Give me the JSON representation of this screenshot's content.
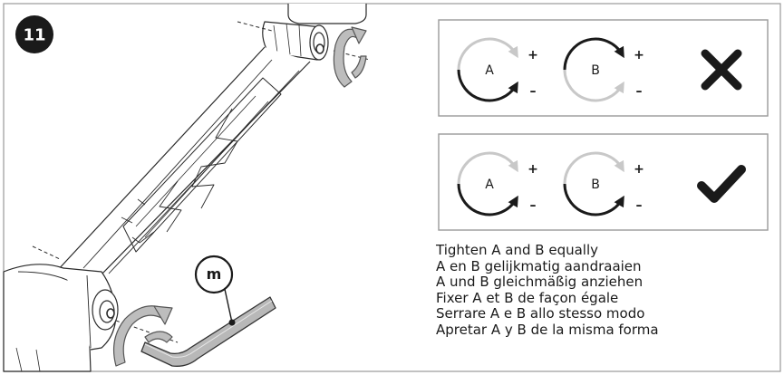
{
  "step": {
    "number": "11"
  },
  "tool_label": "m",
  "panels": [
    {
      "result": "incorrect",
      "result_icon": "cross-icon",
      "dials": [
        {
          "label": "A",
          "plus": "+",
          "minus": "–",
          "plus_arc": "light",
          "minus_arc": "dark"
        },
        {
          "label": "B",
          "plus": "+",
          "minus": "–",
          "plus_arc": "dark",
          "minus_arc": "light"
        }
      ]
    },
    {
      "result": "correct",
      "result_icon": "check-icon",
      "dials": [
        {
          "label": "A",
          "plus": "+",
          "minus": "–",
          "plus_arc": "light",
          "minus_arc": "dark"
        },
        {
          "label": "B",
          "plus": "+",
          "minus": "–",
          "plus_arc": "light",
          "minus_arc": "dark"
        }
      ]
    }
  ],
  "instructions": [
    "Tighten A and B equally",
    "A en B gelijkmatig aandraaien",
    "A und B gleichmäßig anziehen",
    "Fixer A et B de façon égale",
    "Serrare A e B allo stesso modo",
    "Apretar A y B de la misma forma"
  ],
  "colors": {
    "dark": "#1a1a1a",
    "light": "#c8c8c8",
    "frame": "#9a9a9a",
    "line": "#2a2a2a"
  }
}
